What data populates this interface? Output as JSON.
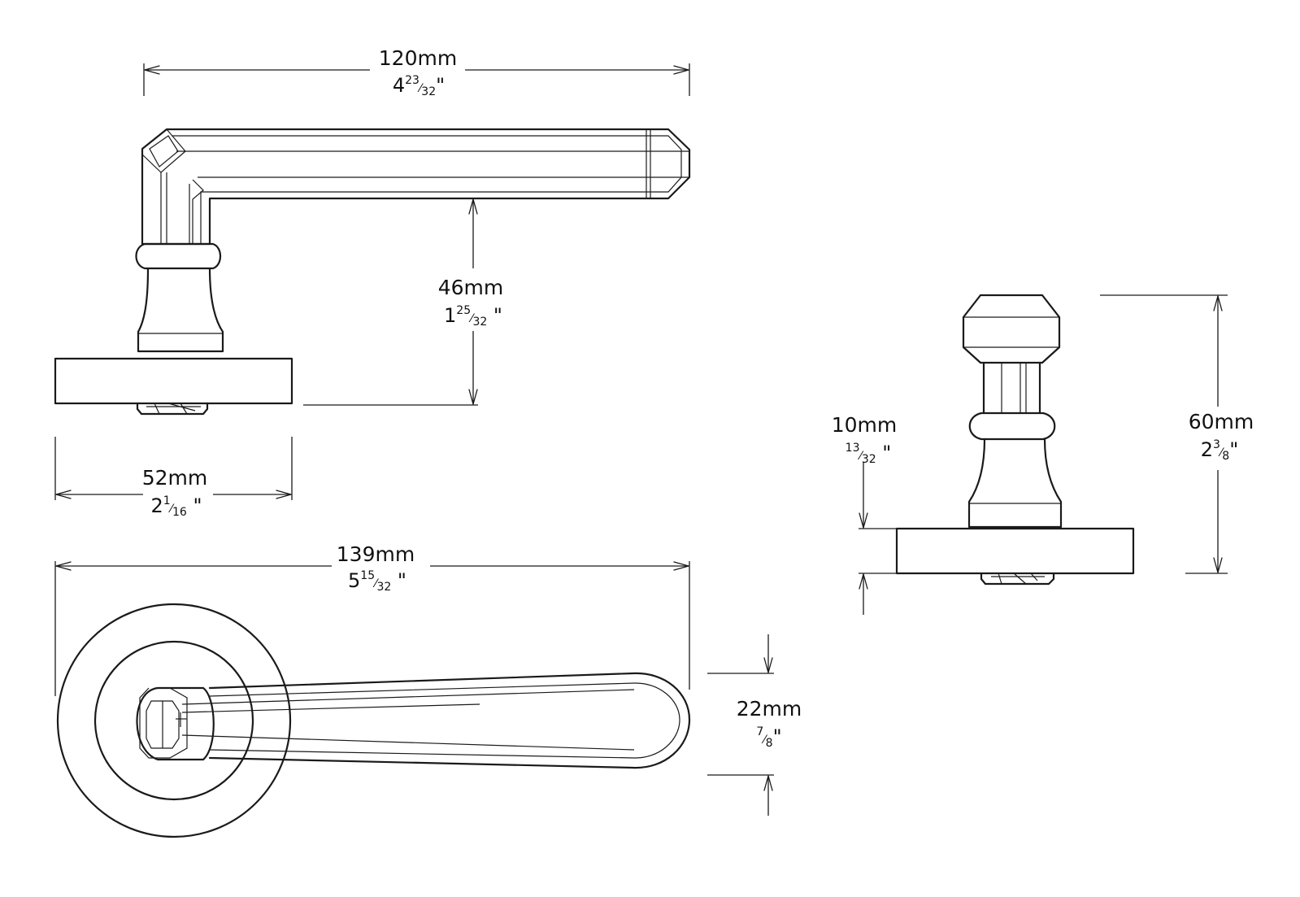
{
  "dimensions": {
    "width_120": {
      "mm": "120mm",
      "whole": "4",
      "num": "23",
      "den": "32"
    },
    "height_46": {
      "mm": "46mm",
      "whole": "1",
      "num": "25",
      "den": "32"
    },
    "rose_52": {
      "mm": "52mm",
      "whole": "2",
      "num": "1",
      "den": "16"
    },
    "proj_139": {
      "mm": "139mm",
      "whole": "5",
      "num": "15",
      "den": "32"
    },
    "grip_22": {
      "mm": "22mm",
      "whole": "",
      "num": "7",
      "den": "8"
    },
    "rose_10": {
      "mm": "10mm",
      "whole": "",
      "num": "13",
      "den": "32"
    },
    "height_60": {
      "mm": "60mm",
      "whole": "2",
      "num": "3",
      "den": "8"
    }
  }
}
